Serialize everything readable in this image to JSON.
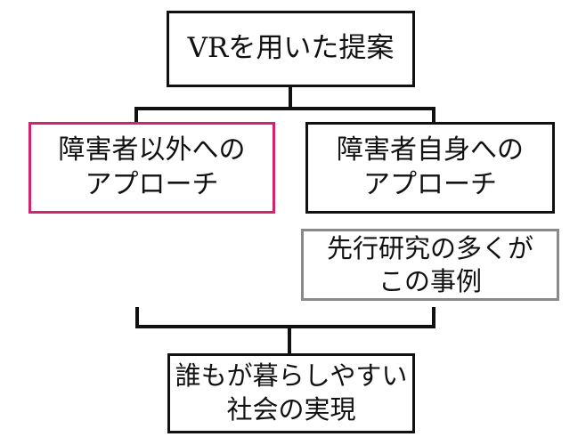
{
  "root": {
    "line1": "VRを用いた提案"
  },
  "left": {
    "line1": "障害者以外への",
    "line2": "アプローチ"
  },
  "right": {
    "line1": "障害者自身への",
    "line2": "アプローチ"
  },
  "prior_work": {
    "line1": "先行研究の多くが",
    "line2": "この事例"
  },
  "goal": {
    "line1": "誰もが暮らしやすい",
    "line2": "社会の実現"
  },
  "colors": {
    "lines": "#111111",
    "left_border": "#d4236e",
    "prior_border": "#8a8a8a"
  }
}
